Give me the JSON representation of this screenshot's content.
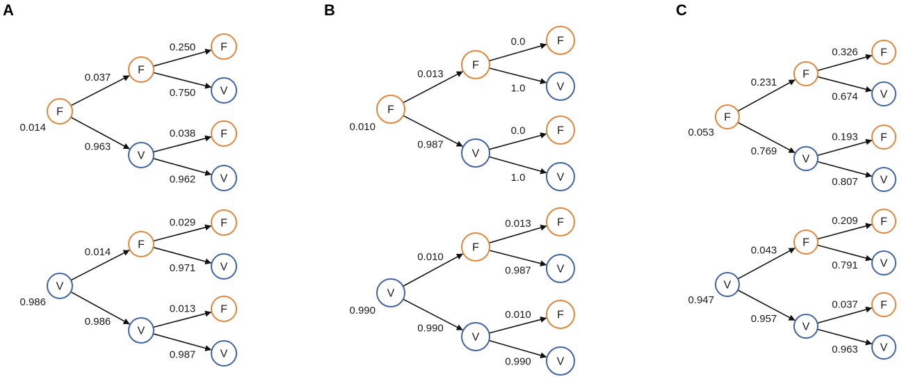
{
  "colors": {
    "F": "#E2853A",
    "V": "#3E62A8",
    "edge": "#111111"
  },
  "panels": [
    {
      "id": "A",
      "letter": "A",
      "trees": [
        {
          "root": {
            "state": "F",
            "prob": "0.014"
          },
          "children": [
            {
              "state": "F",
              "prob": "0.037",
              "children": [
                {
                  "state": "F",
                  "prob": "0.250"
                },
                {
                  "state": "V",
                  "prob": "0.750"
                }
              ]
            },
            {
              "state": "V",
              "prob": "0.963",
              "children": [
                {
                  "state": "F",
                  "prob": "0.038"
                },
                {
                  "state": "V",
                  "prob": "0.962"
                }
              ]
            }
          ]
        },
        {
          "root": {
            "state": "V",
            "prob": "0.986"
          },
          "children": [
            {
              "state": "F",
              "prob": "0.014",
              "children": [
                {
                  "state": "F",
                  "prob": "0.029"
                },
                {
                  "state": "V",
                  "prob": "0.971"
                }
              ]
            },
            {
              "state": "V",
              "prob": "0.986",
              "children": [
                {
                  "state": "F",
                  "prob": "0.013"
                },
                {
                  "state": "V",
                  "prob": "0.987"
                }
              ]
            }
          ]
        }
      ]
    },
    {
      "id": "B",
      "letter": "B",
      "trees": [
        {
          "root": {
            "state": "F",
            "prob": "0.010"
          },
          "children": [
            {
              "state": "F",
              "prob": "0.013",
              "children": [
                {
                  "state": "F",
                  "prob": "0.0"
                },
                {
                  "state": "V",
                  "prob": "1.0"
                }
              ]
            },
            {
              "state": "V",
              "prob": "0.987",
              "children": [
                {
                  "state": "F",
                  "prob": "0.0"
                },
                {
                  "state": "V",
                  "prob": "1.0"
                }
              ]
            }
          ]
        },
        {
          "root": {
            "state": "V",
            "prob": "0.990"
          },
          "children": [
            {
              "state": "F",
              "prob": "0.010",
              "children": [
                {
                  "state": "F",
                  "prob": "0.013"
                },
                {
                  "state": "V",
                  "prob": "0.987"
                }
              ]
            },
            {
              "state": "V",
              "prob": "0.990",
              "children": [
                {
                  "state": "F",
                  "prob": "0.010"
                },
                {
                  "state": "V",
                  "prob": "0.990"
                }
              ]
            }
          ]
        }
      ]
    },
    {
      "id": "C",
      "letter": "C",
      "trees": [
        {
          "root": {
            "state": "F",
            "prob": "0.053"
          },
          "children": [
            {
              "state": "F",
              "prob": "0.231",
              "children": [
                {
                  "state": "F",
                  "prob": "0.326"
                },
                {
                  "state": "V",
                  "prob": "0.674"
                }
              ]
            },
            {
              "state": "V",
              "prob": "0.769",
              "children": [
                {
                  "state": "F",
                  "prob": "0.193"
                },
                {
                  "state": "V",
                  "prob": "0.807"
                }
              ]
            }
          ]
        },
        {
          "root": {
            "state": "V",
            "prob": "0.947"
          },
          "children": [
            {
              "state": "F",
              "prob": "0.043",
              "children": [
                {
                  "state": "F",
                  "prob": "0.209"
                },
                {
                  "state": "V",
                  "prob": "0.791"
                }
              ]
            },
            {
              "state": "V",
              "prob": "0.957",
              "children": [
                {
                  "state": "F",
                  "prob": "0.037"
                },
                {
                  "state": "V",
                  "prob": "0.963"
                }
              ]
            }
          ]
        }
      ]
    }
  ]
}
